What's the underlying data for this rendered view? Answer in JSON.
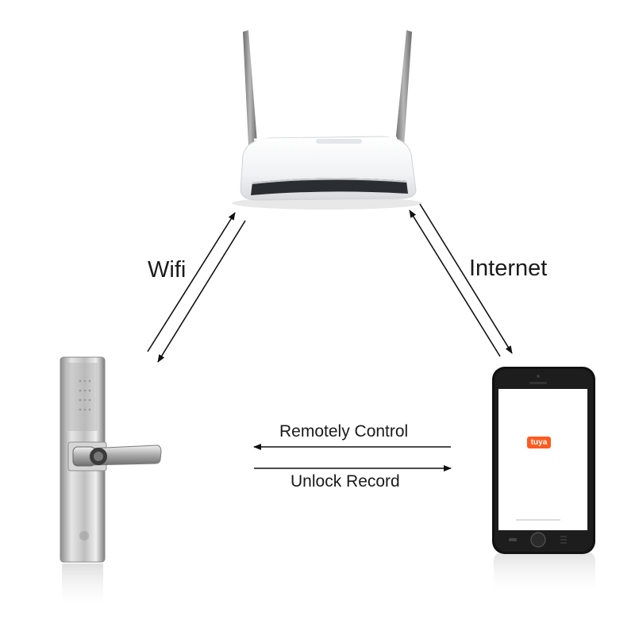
{
  "labels": {
    "wifi": "Wifi",
    "internet": "Internet",
    "remote_control": "Remotely Control",
    "unlock_record": "Unlock Record"
  },
  "devices": {
    "router": "wifi-router",
    "lock": "smart-door-lock",
    "phone": "smartphone"
  },
  "app": {
    "brand": "tuya",
    "brand_color": "#ff5a1f"
  },
  "colors": {
    "arrow": "#111111",
    "text": "#1a1a1a"
  }
}
